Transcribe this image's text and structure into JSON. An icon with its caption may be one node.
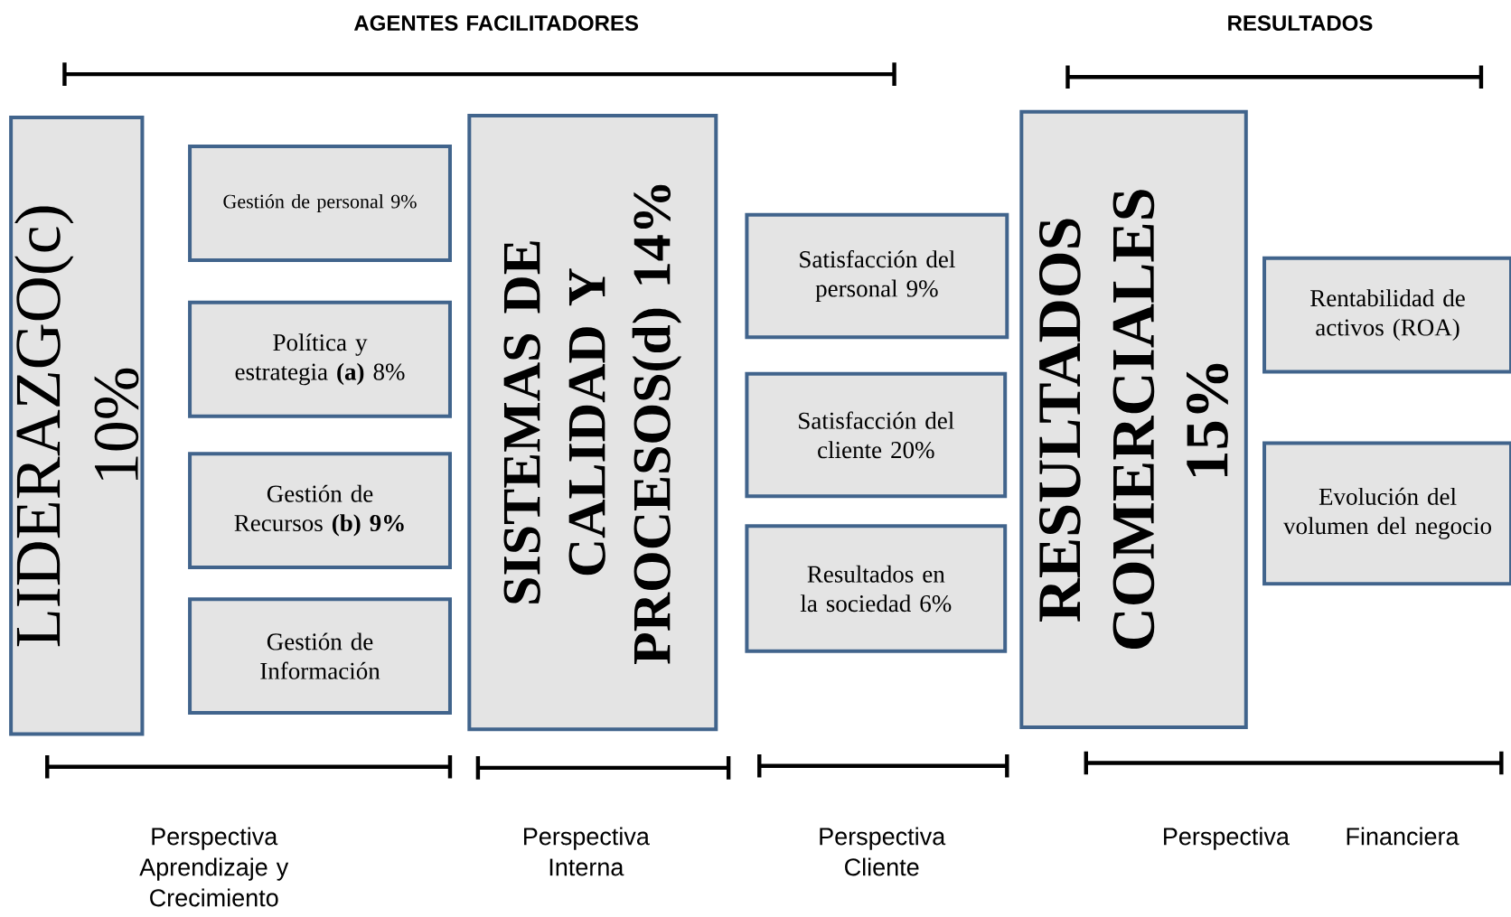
{
  "diagram": {
    "nodes": [
      {
        "text": [
          "LIDERAZGO(c) 10%"
        ]
      },
      {
        "text": [
          "Gestión de personal 9%"
        ]
      },
      {
        "text": [
          "Política y estrategia **(a)** 8%"
        ]
      },
      {
        "text": [
          "Gestión de Recursos **(b) 9%**"
        ]
      },
      {
        "text": [
          "Gestión de Información"
        ]
      },
      {
        "text": [
          "SISTEMAS DE CALIDAD Y PROCESOS(d) 14%"
        ]
      },
      {
        "text": [
          "Satisfacción del personal 9%"
        ]
      },
      {
        "text": [
          "Satisfacción del cliente 20%"
        ]
      },
      {
        "text": [
          "Resultados en la sociedad 6%"
        ]
      },
      {
        "text": [
          "RESULTADOS COMERCIALES 15%"
        ]
      },
      {
        "text": [
          "Rentabilidad de activos (ROA)"
        ]
      },
      {
        "text": [
          "Evolución del volumen del negocio"
        ]
      }
    ],
    "edges": [],
    "labels": [
      "AGENTES FACILITADORES",
      "RESULTADOS",
      "Perspectiva Aprendizaje y Crecimiento",
      "Perspectiva Interna",
      "Perspectiva Cliente",
      "Perspectiva",
      "Financiera"
    ]
  }
}
